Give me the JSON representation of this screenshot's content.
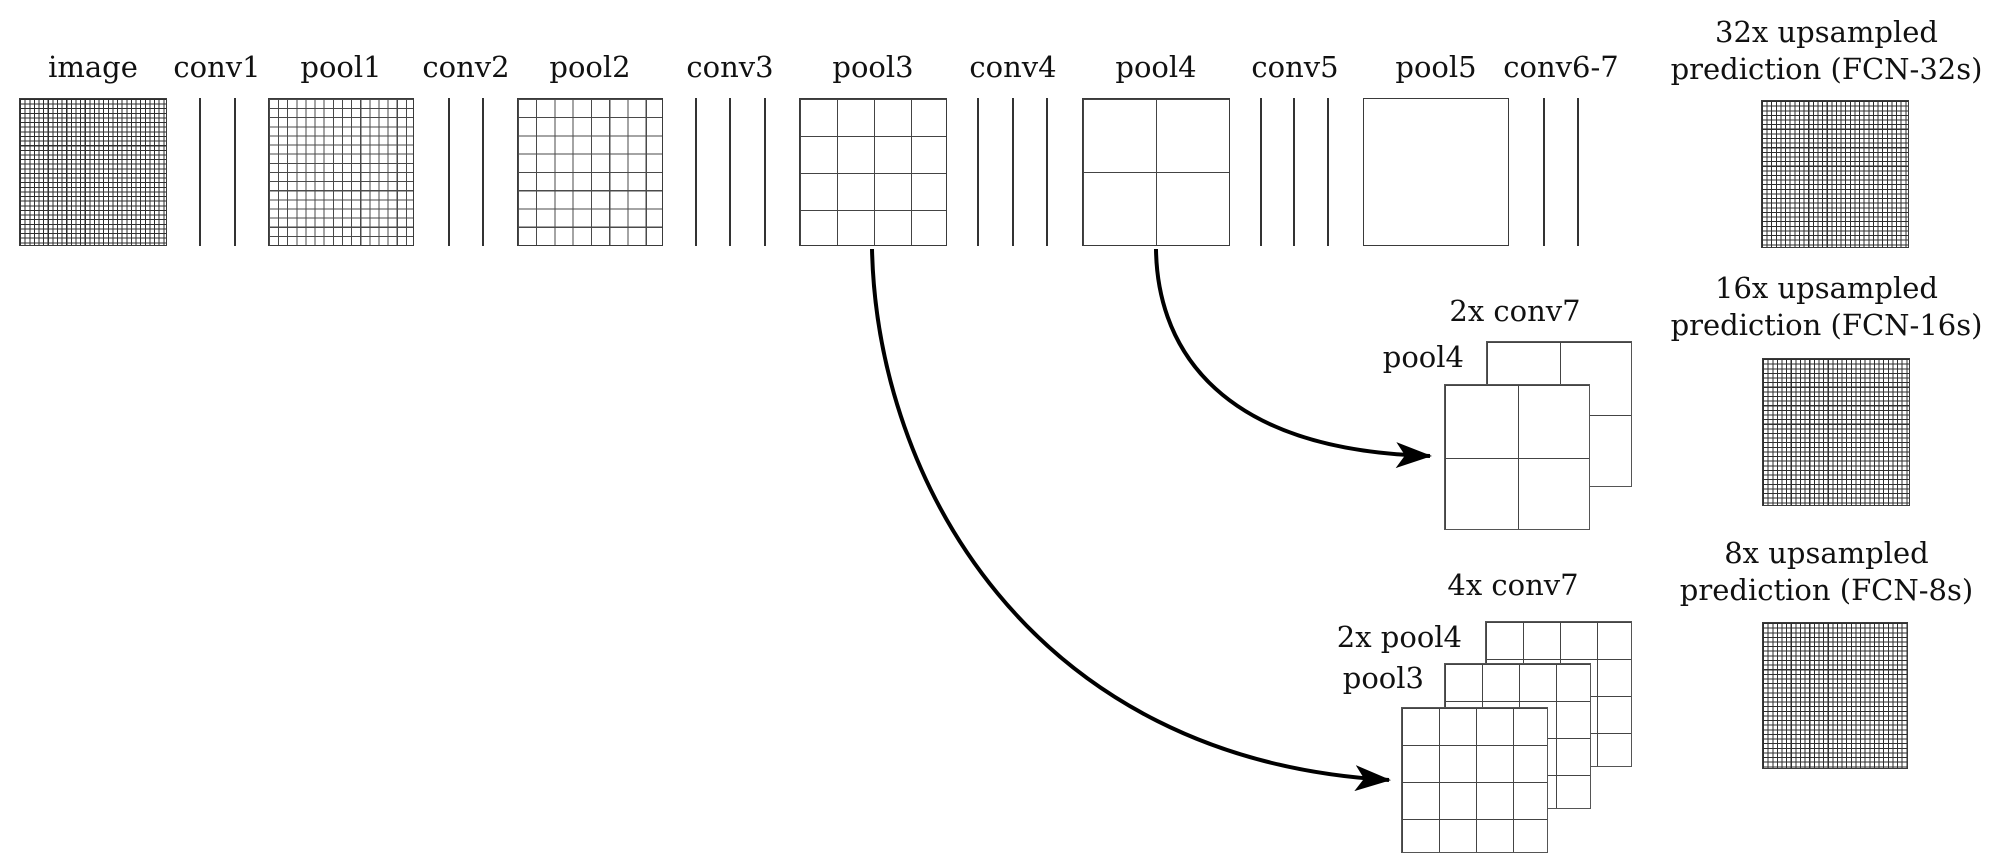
{
  "diagram": {
    "top_row": [
      {
        "label": "image",
        "kind": "grid-32x32"
      },
      {
        "label": "conv1",
        "kind": "conv-lines-2"
      },
      {
        "label": "pool1",
        "kind": "grid-16x16"
      },
      {
        "label": "conv2",
        "kind": "conv-lines-2"
      },
      {
        "label": "pool2",
        "kind": "grid-8x8"
      },
      {
        "label": "conv3",
        "kind": "conv-lines-3"
      },
      {
        "label": "pool3",
        "kind": "grid-4x4"
      },
      {
        "label": "conv4",
        "kind": "conv-lines-3"
      },
      {
        "label": "pool4",
        "kind": "grid-2x2"
      },
      {
        "label": "conv5",
        "kind": "conv-lines-3"
      },
      {
        "label": "pool5",
        "kind": "grid-1x1"
      },
      {
        "label": "conv6-7",
        "kind": "conv-lines-2"
      }
    ],
    "predictions": [
      {
        "line1": "32x upsampled",
        "line2": "prediction (FCN-32s)"
      },
      {
        "line1": "16x upsampled",
        "line2": "prediction (FCN-16s)"
      },
      {
        "line1": "8x upsampled",
        "line2": "prediction (FCN-8s)"
      }
    ],
    "fcn16_fusion": {
      "back_label": "2x conv7",
      "front_label": "pool4"
    },
    "fcn8_fusion": {
      "back_label": "4x conv7",
      "middle_label": "2x pool4",
      "front_label": "pool3"
    },
    "colors": {
      "background": "#ffffff",
      "text": "#111111",
      "grid_line": "#3a3a3a",
      "arrow": "#000000"
    }
  }
}
